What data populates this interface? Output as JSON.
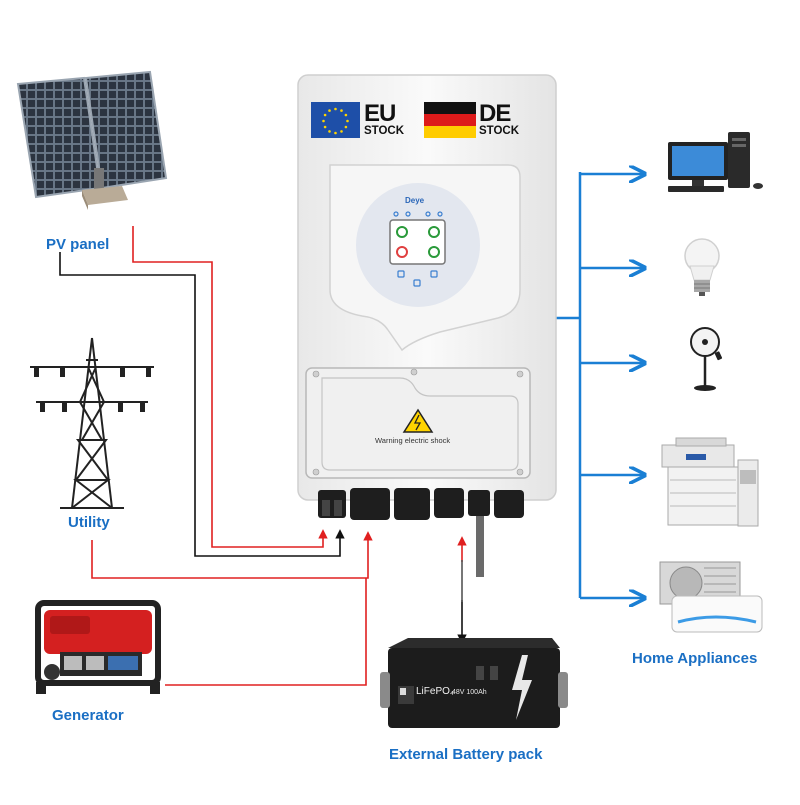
{
  "labels": {
    "pv_panel": "PV panel",
    "utility": "Utility",
    "generator": "Generator",
    "battery": "External Battery pack",
    "appliances": "Home Appliances"
  },
  "badges": {
    "eu_code": "EU",
    "eu_stock": "STOCK",
    "de_code": "DE",
    "de_stock": "STOCK"
  },
  "inverter": {
    "brand": "Deye",
    "warning": "Warning electric shock"
  },
  "battery_pack": {
    "chemistry": "LiFePO₄",
    "rating": "48V 100Ah"
  },
  "colors": {
    "label_blue": "#1a6fc4",
    "arrow_blue": "#1a7fd4",
    "wire_red": "#e02020",
    "wire_black": "#111111"
  },
  "icons": [
    "solar-panel-icon",
    "power-tower-icon",
    "generator-icon",
    "battery-icon",
    "computer-icon",
    "light-bulb-icon",
    "fan-icon",
    "copier-icon",
    "air-conditioner-icon",
    "eu-flag-icon",
    "de-flag-icon",
    "warning-icon"
  ]
}
